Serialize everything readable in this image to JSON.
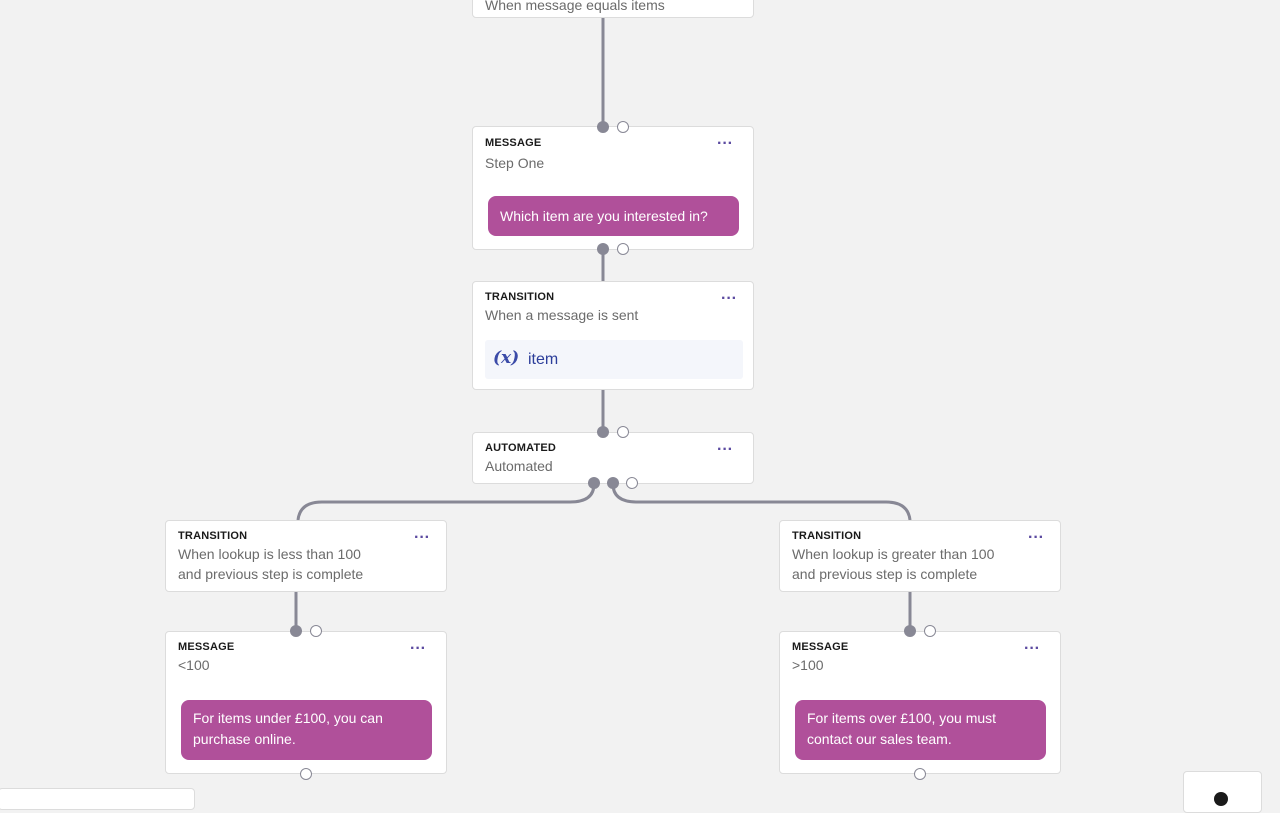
{
  "nodes": {
    "top": {
      "subtitle": "When message equals items"
    },
    "step_one": {
      "type": "MESSAGE",
      "subtitle": "Step One",
      "message": "Which item are you interested in?",
      "more": "···"
    },
    "transition_sent": {
      "type": "TRANSITION",
      "subtitle": "When a message is sent",
      "variable_icon": "(x)",
      "variable": "item",
      "more": "···"
    },
    "automated": {
      "type": "AUTOMATED",
      "subtitle": "Automated",
      "more": "···"
    },
    "transition_less": {
      "type": "TRANSITION",
      "subtitle": "When lookup is less than 100 and previous step is complete",
      "more": "···"
    },
    "transition_greater": {
      "type": "TRANSITION",
      "subtitle": "When lookup is greater than 100 and previous step is complete",
      "more": "···"
    },
    "message_less": {
      "type": "MESSAGE",
      "subtitle": "<100",
      "message": "For items under £100, you can purchase online.",
      "more": "···"
    },
    "message_greater": {
      "type": "MESSAGE",
      "subtitle": ">100",
      "message": "For items over £100, you must contact our sales team.",
      "more": "···"
    }
  },
  "colors": {
    "message_bubble": "#b0509a",
    "connector": "#888895",
    "menu_dots": "#5b4aa0",
    "variable_text": "#2c3e9a"
  },
  "icons": {
    "node_menu": "more-horizontal-icon",
    "variable": "variable-icon"
  }
}
